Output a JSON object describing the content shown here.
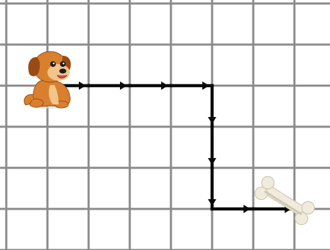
{
  "grid": {
    "columns": 8,
    "rows": 6,
    "line_color": "#8a8a8a",
    "background": "#ffffff"
  },
  "path": {
    "color": "#0a0a0a",
    "start_node": [
      1,
      2
    ],
    "moves": [
      "right",
      "right",
      "right",
      "right",
      "down",
      "down",
      "down",
      "right",
      "right"
    ]
  },
  "characters": {
    "start": {
      "icon": "dog-icon"
    },
    "goal": {
      "icon": "bone-icon"
    }
  },
  "colors": {
    "dog_body": "#d8802e",
    "dog_dark": "#9a4a14",
    "bone": "#f0ebdc",
    "bone_shadow": "#cfc7b0"
  }
}
